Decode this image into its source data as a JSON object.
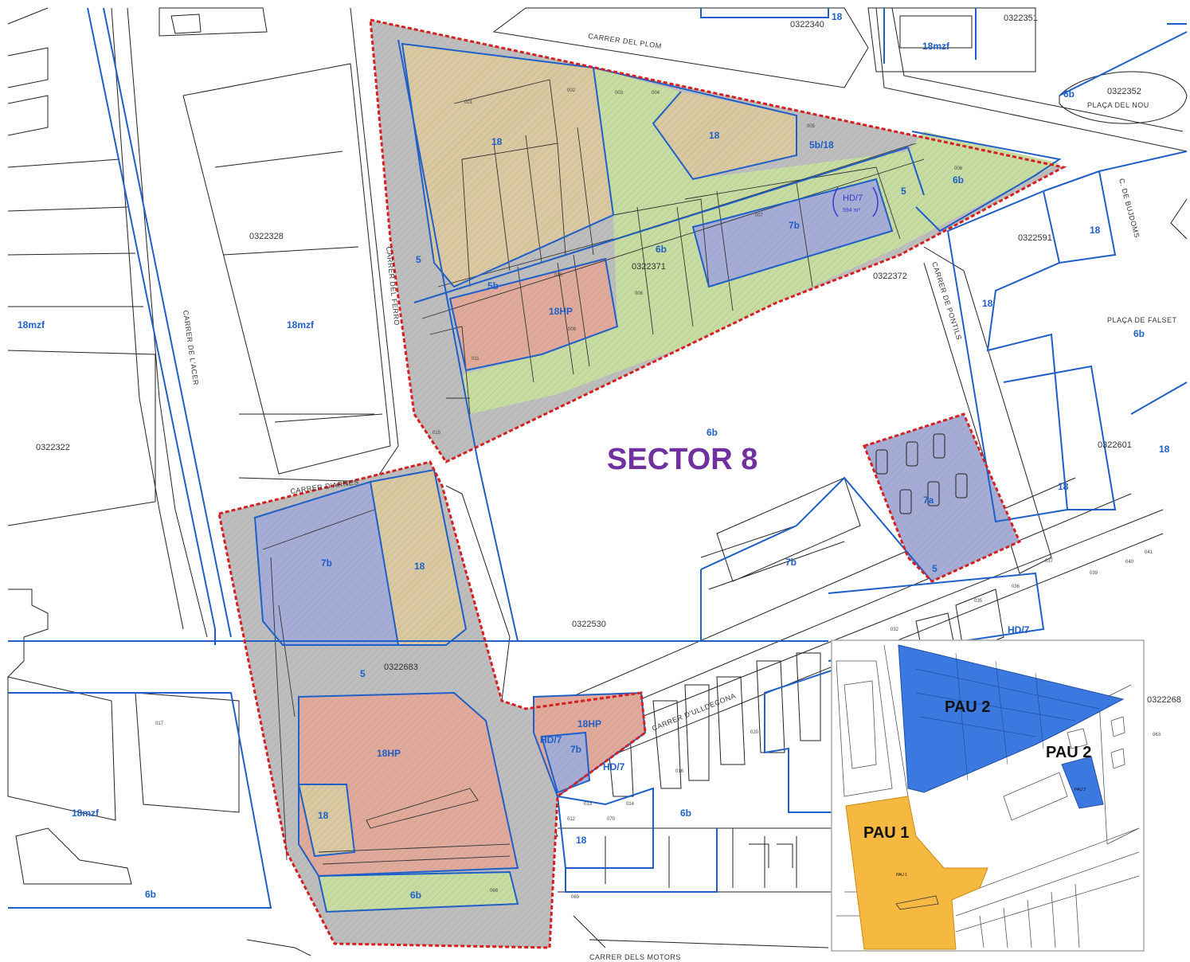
{
  "colors": {
    "blue_line": "#1f5fc8",
    "red_boundary": "#d42020",
    "zone_18": "#d9c8a0",
    "zone_6b": "#c7dca0",
    "zone_7b": "#a5acd6",
    "zone_18hp": "#e0a99a",
    "zone_5": "#bdbdbd",
    "sector_text": "#7030a0",
    "pau1_fill": "#f5b942",
    "pau2_fill": "#3b78e0"
  },
  "streets": {
    "plom": "CARRER DEL PLOM",
    "acer": "CARRER DE L'ACER",
    "ferro": "CARRER DEL FERRO",
    "arnes": "CARRER D'ARNES",
    "pontils": "CARRER DE PONTILS",
    "bujdoms": "C. DE BUJDOMS",
    "ulldecona": "CARRER D'ULLDECONA",
    "motors": "CARRER DELS MOTORS",
    "placa_nou": "PLAÇA DEL NOU",
    "placa_falset": "PLAÇA DE FALSET"
  },
  "sector_label": "SECTOR 8",
  "parcels": {
    "p0322328": "0322328",
    "p0322322": "0322322",
    "p0322371": "0322371",
    "p0322530": "0322530",
    "p0322683": "0322683",
    "p0322352": "0322352",
    "p0322351": "0322351",
    "p0322340": "0322340",
    "p0322591": "0322591",
    "p0322601": "0322601",
    "p0322372": "0322372",
    "p0322268": "0322268"
  },
  "zones": {
    "z18mzf": "18mzf",
    "z18": "18",
    "z6b": "6b",
    "z7b": "7b",
    "z5": "5",
    "z5b": "5b",
    "z5b18": "5b/18",
    "z18hp": "18HP",
    "zhd7": "HD/7",
    "z7a": "7a"
  },
  "hd_annotation": {
    "label": "HD/7",
    "area": "594 m²"
  },
  "lots": {
    "l001": "001",
    "l002": "002",
    "l003": "003",
    "l004": "004",
    "l005": "005",
    "l006": "006",
    "l007": "007",
    "l008": "008",
    "l009": "009",
    "l010": "010",
    "l011": "011",
    "l012": "012",
    "l013": "013",
    "l014": "014",
    "l015": "015",
    "l016": "016",
    "l017": "017",
    "l020": "020",
    "l032": "032",
    "l035": "035",
    "l036": "036",
    "l037": "037",
    "l039": "039",
    "l040": "040",
    "l041": "041",
    "l063": "063",
    "l068": "068",
    "l069": "069",
    "l070": "070"
  },
  "inset": {
    "pau1": "PAU 1",
    "pau2": "PAU 2",
    "pau_code": "0322268"
  }
}
